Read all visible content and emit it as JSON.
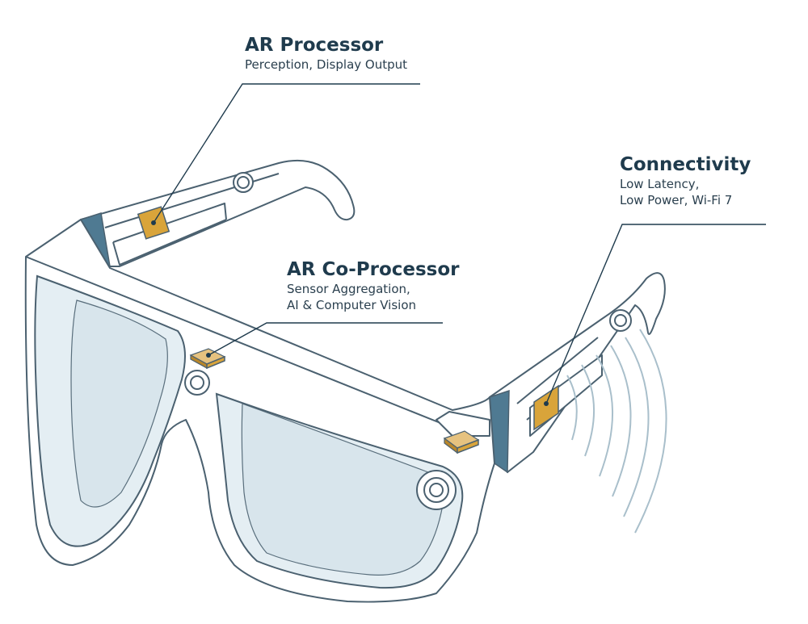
{
  "colors": {
    "outline": "#4b6170",
    "frame_fill": "#ffffff",
    "lens_fill": "#e4eef3",
    "lens_inner": "#d7e5ec",
    "hinge_fill": "#4f7a92",
    "chip_fill": "#d9a43a",
    "chip_light": "#e6c27f",
    "chip_dark": "#b8862a",
    "title_color": "#1f3b4d",
    "text_color": "#2a3f4e",
    "wave_color": "#a9bfcb"
  },
  "labels": {
    "ar_processor": {
      "title": "AR Processor",
      "lines": [
        "Perception, Display Output"
      ]
    },
    "ar_coprocessor": {
      "title": "AR Co-Processor",
      "lines": [
        "Sensor Aggregation,",
        "AI & Computer Vision"
      ]
    },
    "connectivity": {
      "title": "Connectivity",
      "lines": [
        "Low Latency,",
        "Low Power, Wi-Fi 7"
      ]
    }
  },
  "icons": {
    "wireless": "wifi-waves-icon",
    "camera": "camera-lens-icon"
  }
}
